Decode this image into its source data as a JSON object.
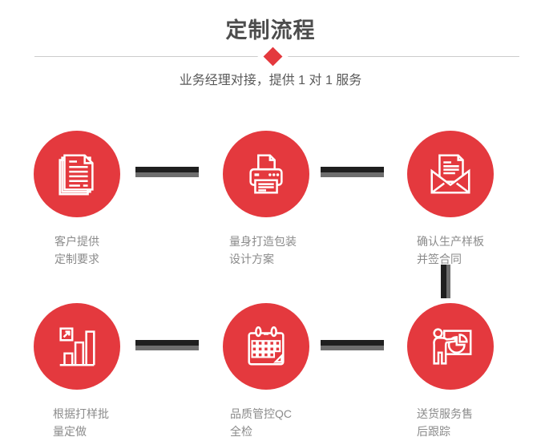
{
  "page": {
    "title": "定制流程",
    "subtitle": "业务经理对接，提供 1 对 1 服务"
  },
  "colors": {
    "accent_red": "#e4393e",
    "title_gray": "#4d4d4d",
    "subtitle_gray": "#595959",
    "label_gray": "#8b8b8b",
    "connector_black": "#1f1f1f",
    "connector_gray": "#6e6e6e",
    "divider_line_gray": "#cccccc"
  },
  "steps": [
    {
      "icon": "documents-icon",
      "label_line1": "客户提供",
      "label_line2": "定制要求"
    },
    {
      "icon": "printer-icon",
      "label_line1": "量身打造包装",
      "label_line2": "设计方案"
    },
    {
      "icon": "envelope-icon",
      "label_line1": "确认生产样板",
      "label_line2": "并签合同"
    },
    {
      "icon": "bar-chart-icon",
      "label_line1": "根据打样批",
      "label_line2": "量定做"
    },
    {
      "icon": "calendar-icon",
      "label_line1": "品质管控QC",
      "label_line2": "全检"
    },
    {
      "icon": "presentation-icon",
      "label_line1": "送货服务售",
      "label_line2": "后跟踪"
    }
  ]
}
